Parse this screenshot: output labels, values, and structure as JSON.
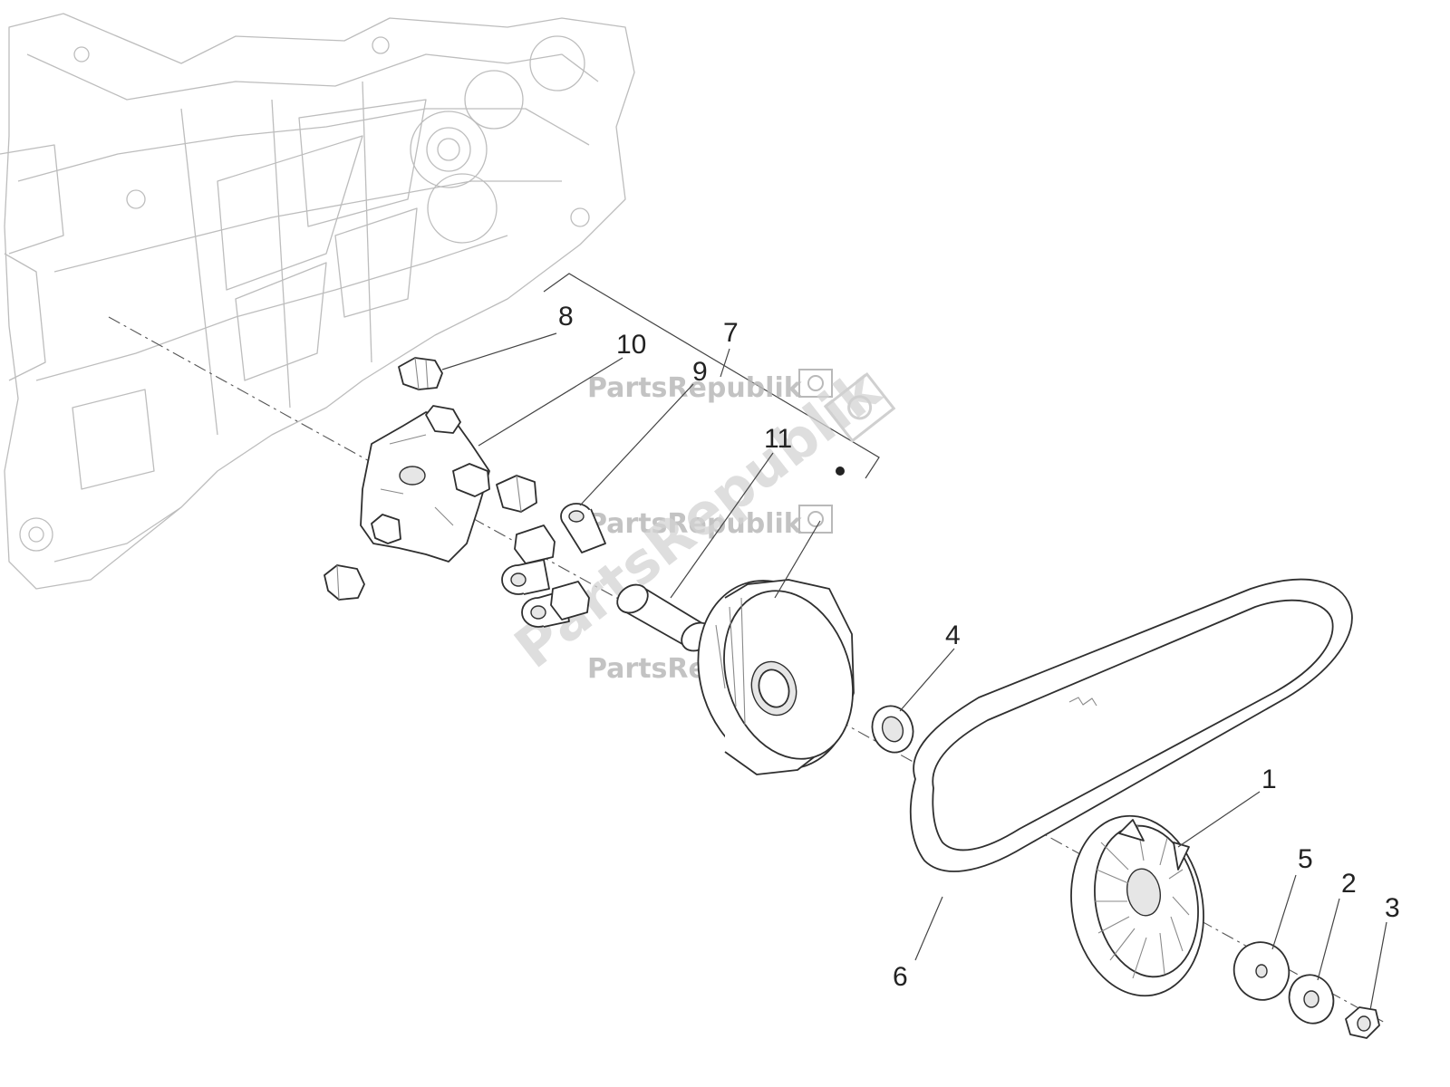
{
  "diagram": {
    "callouts": [
      {
        "id": "1",
        "text": "1"
      },
      {
        "id": "2",
        "text": "2"
      },
      {
        "id": "3",
        "text": "3"
      },
      {
        "id": "4",
        "text": "4"
      },
      {
        "id": "5",
        "text": "5"
      },
      {
        "id": "6",
        "text": "6"
      },
      {
        "id": "7",
        "text": "7"
      },
      {
        "id": "8",
        "text": "8"
      },
      {
        "id": "9",
        "text": "9"
      },
      {
        "id": "10",
        "text": "10"
      },
      {
        "id": "11",
        "text": "11"
      }
    ]
  },
  "watermark": {
    "text": "PartsRepublik",
    "icon": "gear-flag-icon"
  }
}
